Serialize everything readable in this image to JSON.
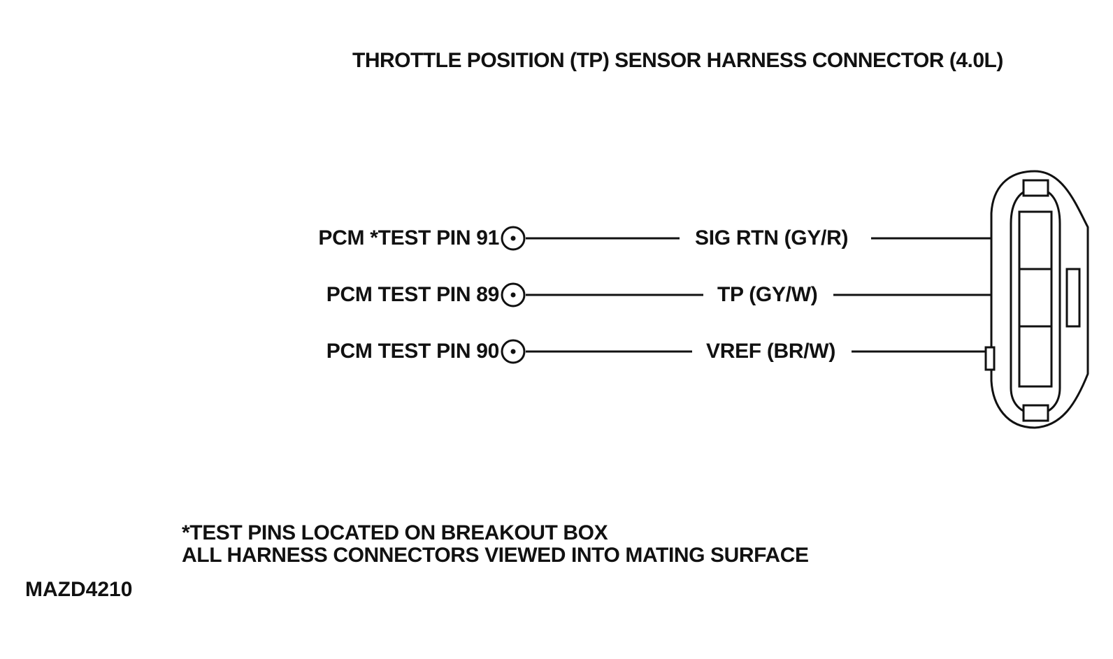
{
  "title": "THROTTLE POSITION (TP) SENSOR HARNESS CONNECTOR (4.0L)",
  "pins": [
    {
      "pin_label": "PCM *TEST PIN 91",
      "wire_label": "SIG RTN (GY/R)"
    },
    {
      "pin_label": "PCM TEST PIN 89",
      "wire_label": "TP (GY/W)"
    },
    {
      "pin_label": "PCM TEST PIN 90",
      "wire_label": "VREF (BR/W)"
    }
  ],
  "notes": [
    "*TEST PINS LOCATED ON BREAKOUT BOX",
    "ALL HARNESS CONNECTORS VIEWED INTO MATING SURFACE"
  ],
  "figure_id": "MAZD4210"
}
